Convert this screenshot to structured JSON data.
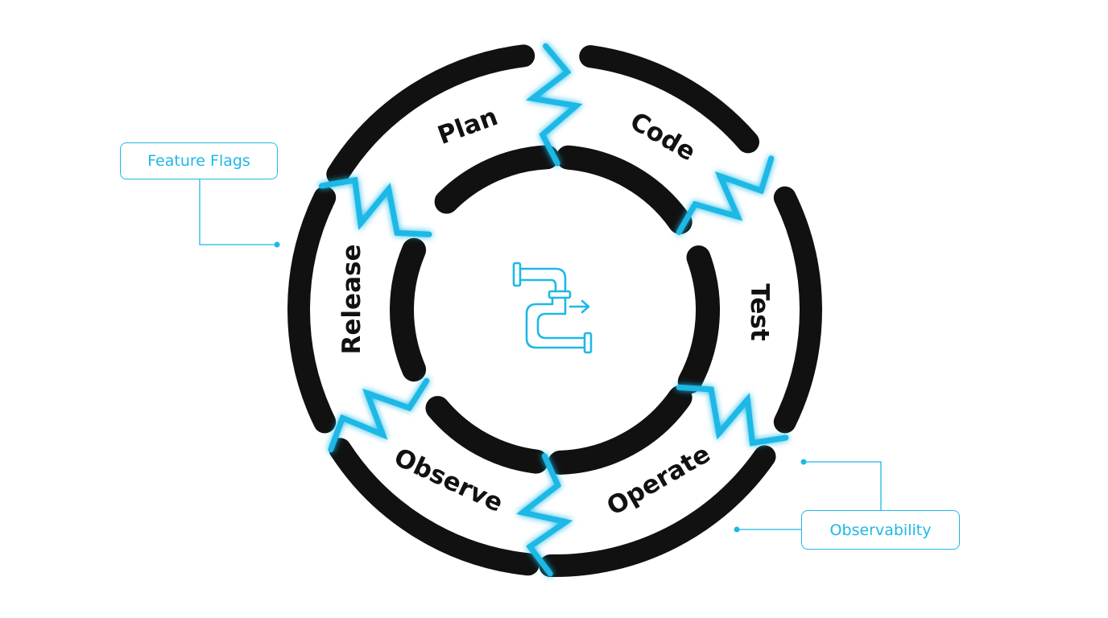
{
  "diagram": {
    "stages": [
      {
        "id": "plan",
        "label": "Plan"
      },
      {
        "id": "code",
        "label": "Code"
      },
      {
        "id": "test",
        "label": "Test"
      },
      {
        "id": "operate",
        "label": "Operate"
      },
      {
        "id": "observe",
        "label": "Observe"
      },
      {
        "id": "release",
        "label": "Release"
      }
    ],
    "callouts": [
      {
        "id": "feature-flags",
        "label": "Feature Flags",
        "attached_to": "release"
      },
      {
        "id": "observability",
        "label": "Observability",
        "attached_to": "operate"
      }
    ],
    "center_icon": "pipeline-icon",
    "colors": {
      "ring": "#111111",
      "accent": "#1fb8e6",
      "label": "#111111",
      "background": "#ffffff"
    }
  }
}
